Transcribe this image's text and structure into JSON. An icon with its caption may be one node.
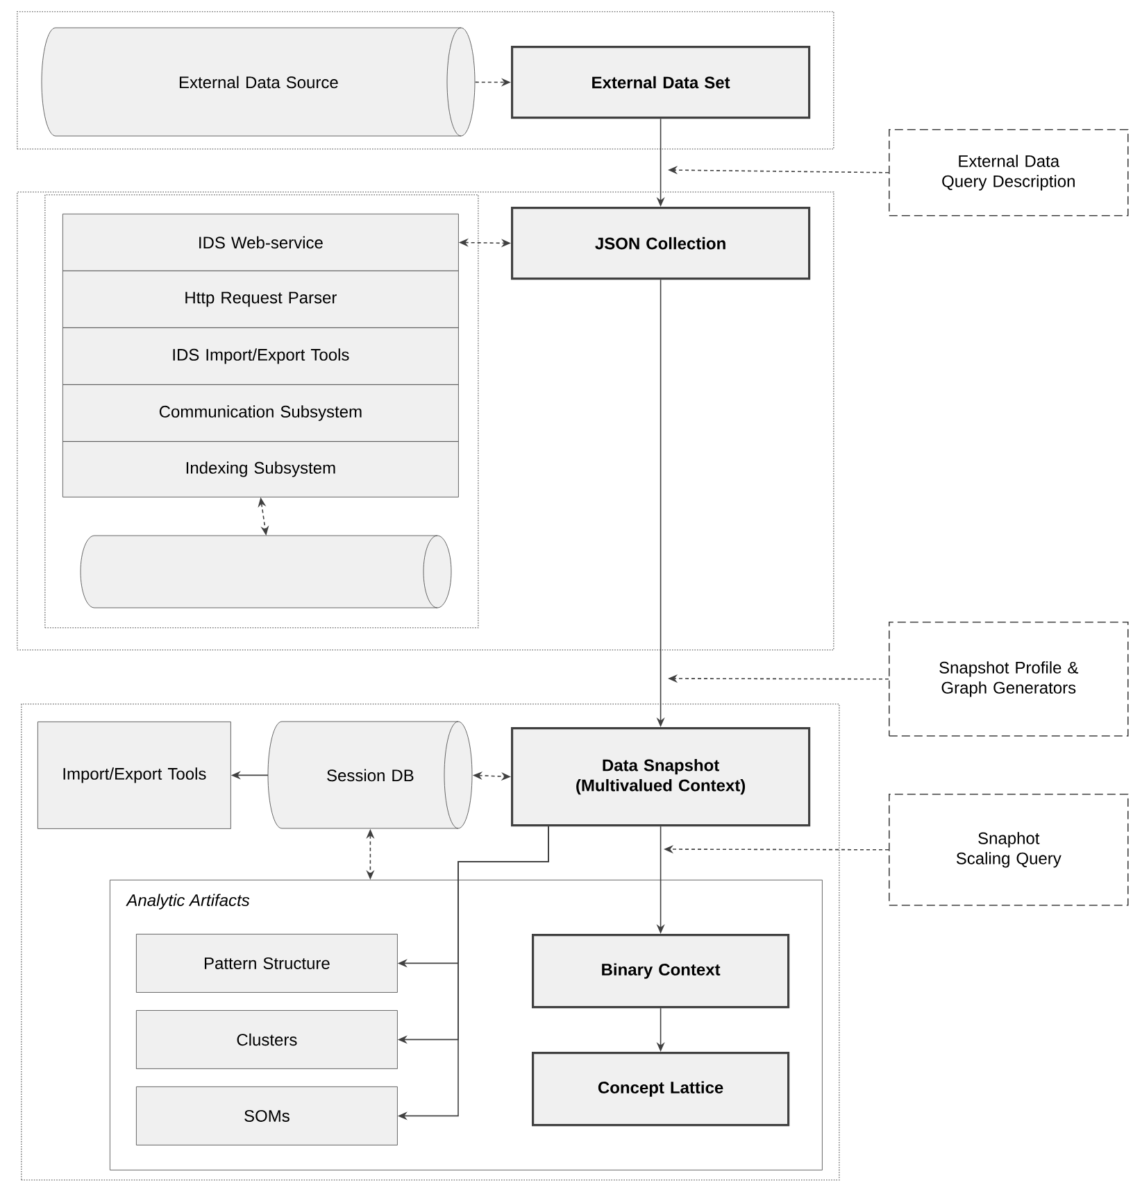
{
  "diagram": {
    "nodes": [
      {
        "text": [],
        "shape": "box"
      },
      {
        "text": [
          "External Data Source"
        ],
        "in": 0
      },
      {
        "text": [
          "External Data Set"
        ],
        "in": 0
      },
      {
        "text": [
          "External Data Query Description"
        ]
      },
      {
        "text": [],
        "shape": "box"
      },
      {
        "text": [],
        "shape": "box",
        "in": 4
      },
      {
        "text": [
          "IDS Web-service"
        ],
        "in": 5
      },
      {
        "text": [
          "Http Request Parser"
        ],
        "in": 5
      },
      {
        "text": [
          "IDS Import/Export Tools"
        ],
        "in": 5
      },
      {
        "text": [
          "Communication Subsystem"
        ],
        "in": 5
      },
      {
        "text": [
          "Indexing Subsystem"
        ],
        "in": 5
      },
      {
        "text": [],
        "shape": "cylinder",
        "in": 5
      },
      {
        "text": [
          "JSON Collection"
        ],
        "in": 4
      },
      {
        "text": [
          "Snapshot Profile & Graph Generators"
        ]
      },
      {
        "text": [],
        "shape": "box"
      },
      {
        "text": [
          "Import/Export Tools"
        ],
        "in": 14
      },
      {
        "text": [
          "Session DB"
        ],
        "in": 14
      },
      {
        "text": [
          "Data Snapshot (Multivalued Context)"
        ],
        "in": 14
      },
      {
        "text": [
          "Snaphot Scaling Query"
        ]
      },
      {
        "text": [
          "Analytic Artifacts"
        ],
        "in": 14
      },
      {
        "text": [
          "Pattern Structure"
        ],
        "in": 19
      },
      {
        "text": [
          "Clusters"
        ],
        "in": 19
      },
      {
        "text": [
          "SOMs"
        ],
        "in": 19
      },
      {
        "text": [
          "Binary Context"
        ],
        "in": 19
      },
      {
        "text": [
          "Concept Lattice"
        ],
        "in": 19
      }
    ],
    "edges": [
      {
        "from": 1,
        "to": 2,
        "arrow": "to",
        "style": "dashed"
      },
      {
        "from": 2,
        "to": 12,
        "arrow": "to"
      },
      {
        "from": 3,
        "to": null,
        "arrow": "to",
        "style": "dashed"
      },
      {
        "from": 6,
        "to": 12,
        "arrow": "both",
        "style": "dashed"
      },
      {
        "from": 10,
        "to": 11,
        "arrow": "both",
        "style": "dashed"
      },
      {
        "from": 12,
        "to": 17,
        "arrow": "to"
      },
      {
        "from": 13,
        "to": null,
        "arrow": "to",
        "style": "dashed"
      },
      {
        "from": 16,
        "to": 15,
        "arrow": "to"
      },
      {
        "from": 16,
        "to": 17,
        "arrow": "both",
        "style": "dashed"
      },
      {
        "from": 16,
        "to": 19,
        "arrow": "both",
        "style": "dashed"
      },
      {
        "from": 17,
        "to": 23,
        "arrow": "to"
      },
      {
        "from": 18,
        "to": null,
        "arrow": "to",
        "style": "dashed"
      },
      {
        "from": 17,
        "to": 20,
        "arrow": "to"
      },
      {
        "from": 17,
        "to": 21,
        "arrow": "to"
      },
      {
        "from": 17,
        "to": 22,
        "arrow": "to"
      },
      {
        "from": 23,
        "to": 24,
        "arrow": "to"
      }
    ]
  }
}
